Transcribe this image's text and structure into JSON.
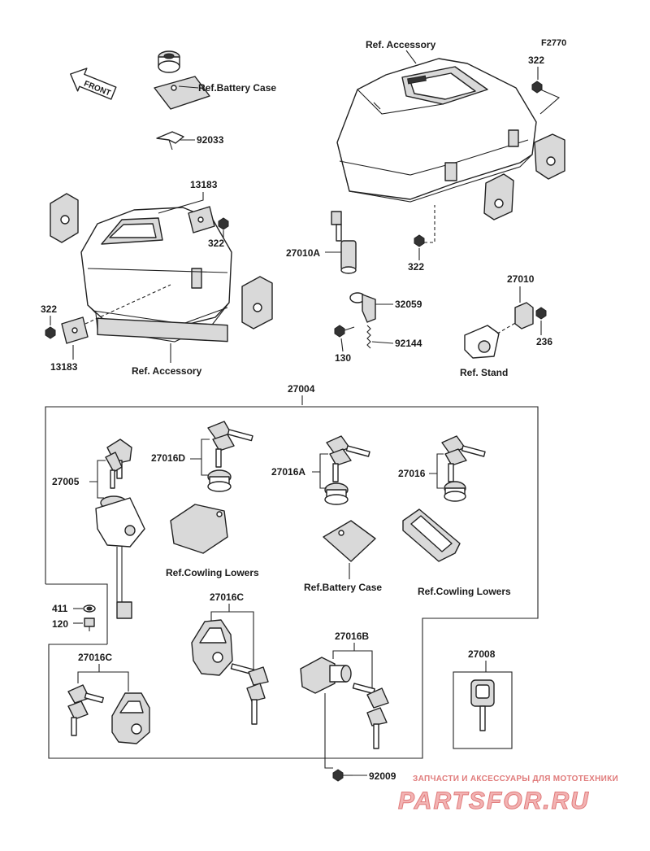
{
  "figure_code": "F2770",
  "front_arrow": "FRONT",
  "labels": {
    "ref_accessory_top": "Ref. Accessory",
    "ref_battery_case_top": "Ref.Battery Case",
    "ref_accessory_left": "Ref. Accessory",
    "ref_stand": "Ref. Stand",
    "ref_cowling_lowers_1": "Ref.Cowling Lowers",
    "ref_battery_case_2": "Ref.Battery Case",
    "ref_cowling_lowers_2": "Ref.Cowling Lowers"
  },
  "parts": {
    "p92033": "92033",
    "p322_top": "322",
    "p13183_top": "13183",
    "p322_mid": "322",
    "p322_right": "322",
    "p27010A": "27010A",
    "p32059": "32059",
    "p130": "130",
    "p92144": "92144",
    "p27010": "27010",
    "p236": "236",
    "p322_left": "322",
    "p13183_bot": "13183",
    "p27004": "27004",
    "p27005": "27005",
    "p27016D": "27016D",
    "p27016A": "27016A",
    "p27016": "27016",
    "p411": "411",
    "p120": "120",
    "p27016C_mid": "27016C",
    "p27016B": "27016B",
    "p27008": "27008",
    "p27016C_left": "27016C",
    "p92009": "92009"
  },
  "watermark": {
    "line1": "ЗАПЧАСТИ И АКСЕССУАРЫ ДЛЯ МОТОТЕХНИКИ",
    "line2": "PARTSFOR.RU"
  }
}
